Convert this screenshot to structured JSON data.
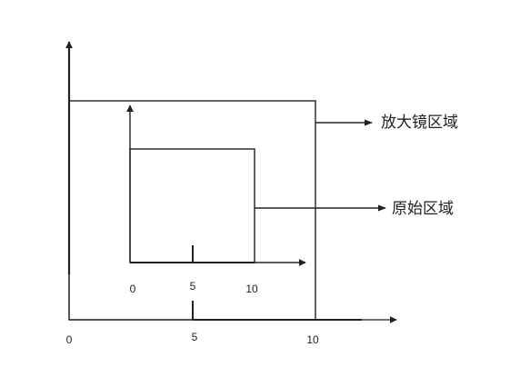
{
  "outer_axes": {
    "tick_labels": [
      "0",
      "5",
      "10"
    ]
  },
  "inner_axes": {
    "tick_labels": [
      "0",
      "5",
      "10"
    ]
  },
  "labels": {
    "magnifier_region": "放大镜区域",
    "original_region": "原始区域"
  },
  "colors": {
    "stroke": "#222222",
    "background": "#ffffff"
  }
}
